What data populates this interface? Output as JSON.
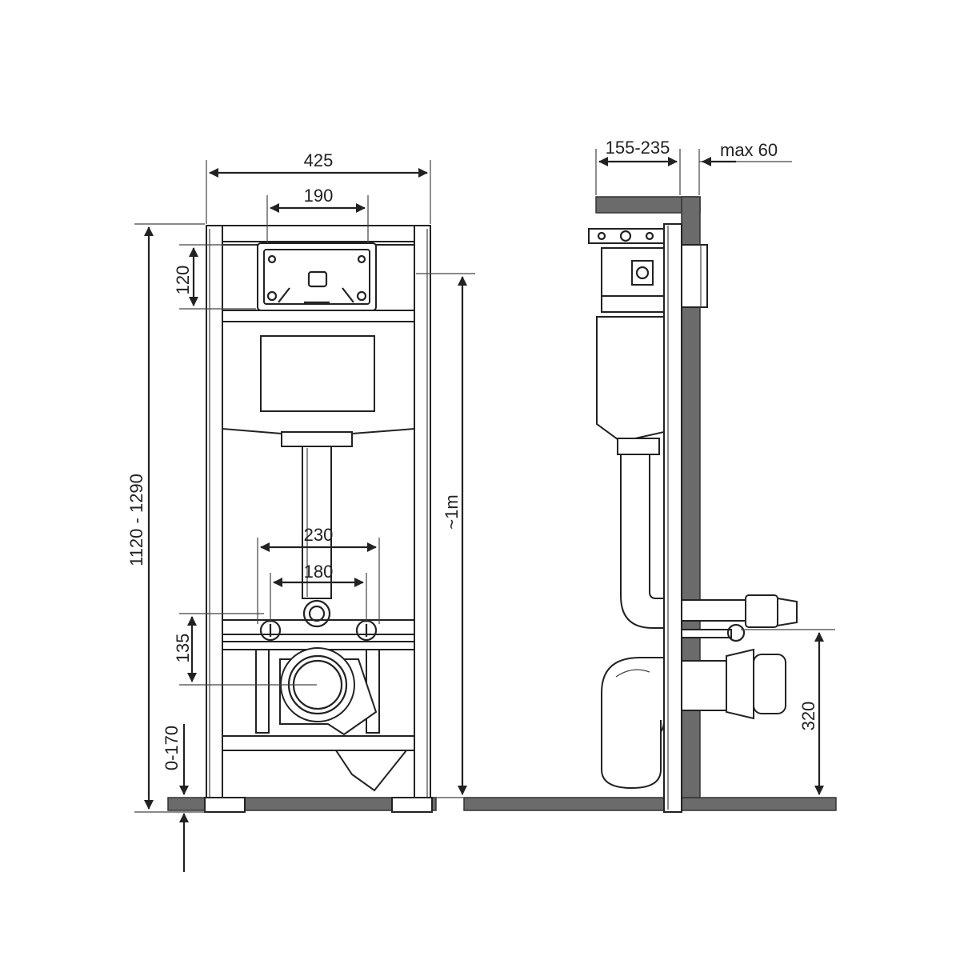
{
  "front_view": {
    "frame_width": "425",
    "button_plate_width": "190",
    "button_height": "120",
    "total_height": "1120 - 1290",
    "approx_height": "~1m",
    "bolt_spacing_outer": "230",
    "bolt_spacing_inner": "180",
    "drain_height": "135",
    "leg_adjust": "0-170"
  },
  "side_view": {
    "depth_range": "155-235",
    "max_wall": "max 60",
    "outlet_height": "320"
  }
}
